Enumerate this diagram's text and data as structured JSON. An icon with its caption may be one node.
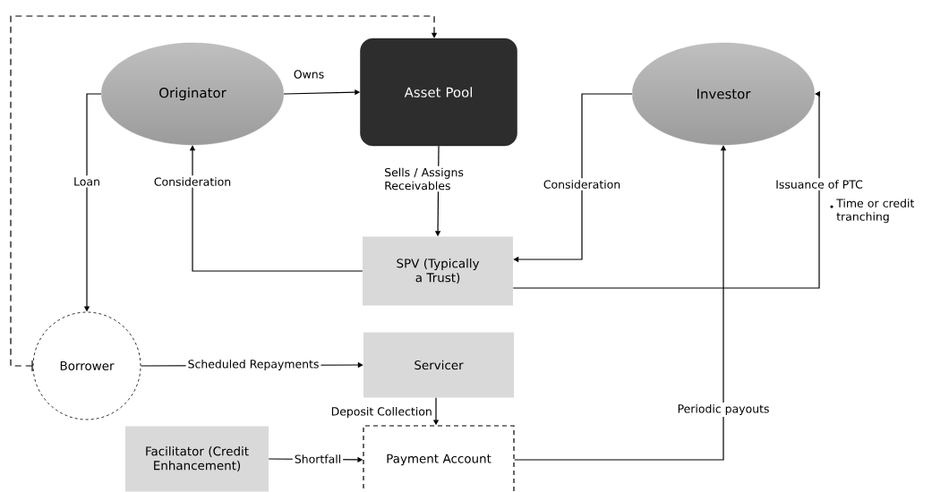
{
  "diagram": {
    "nodes": [
      {
        "text": [
          "Originator"
        ]
      },
      {
        "text": [
          "Asset Pool"
        ]
      },
      {
        "text": [
          "Investor"
        ]
      },
      {
        "text": [
          "SPV (Typically a Trust)"
        ]
      },
      {
        "text": [
          "Borrower"
        ]
      },
      {
        "text": [
          "Servicer"
        ]
      },
      {
        "text": [
          "Facilitator (Credit Enhancement)"
        ]
      },
      {
        "text": [
          "Payment Account"
        ]
      }
    ],
    "edges": [
      {
        "from": 0,
        "to": 1,
        "arrow": "to",
        "label": "Owns"
      },
      {
        "from": 0,
        "to": 4,
        "arrow": "to",
        "label": "Loan"
      },
      {
        "from": 3,
        "to": 0,
        "arrow": "to",
        "label": "Consideration"
      },
      {
        "from": 1,
        "to": 3,
        "arrow": "to",
        "label": "Sells / Assigns Receivables"
      },
      {
        "from": 2,
        "to": 3,
        "arrow": "to",
        "label": "Consideration"
      },
      {
        "from": 3,
        "to": 2,
        "arrow": "to",
        "label": "Issuance of PTC"
      },
      {
        "from": 4,
        "to": 1,
        "arrow": "to",
        "style": "dashed"
      },
      {
        "from": 4,
        "to": 5,
        "arrow": "to",
        "label": "Scheduled Repayments"
      },
      {
        "from": 5,
        "to": 7,
        "arrow": "to",
        "label": "Deposit Collection"
      },
      {
        "from": 6,
        "to": 7,
        "arrow": "to",
        "label": "Shortfall"
      },
      {
        "from": 7,
        "to": 2,
        "arrow": "to",
        "label": "Periodic payouts"
      }
    ],
    "labels": [
      "Time or credit tranching"
    ]
  }
}
